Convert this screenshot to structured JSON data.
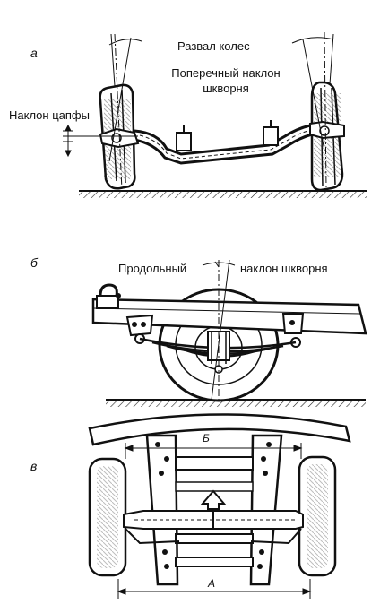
{
  "panels": {
    "a": {
      "letter": "а",
      "camber_label": "Развал колес",
      "kingpin_inclination_line1": "Поперечный наклон",
      "kingpin_inclination_line2": "шкворня",
      "toe_label": "Наклон цапфы"
    },
    "b": {
      "letter": "б",
      "caster_label_part1": "Продольный",
      "caster_label_part2": "наклон шкворня"
    },
    "v": {
      "letter": "в",
      "dim_front": "Б",
      "dim_rear": "А"
    }
  }
}
